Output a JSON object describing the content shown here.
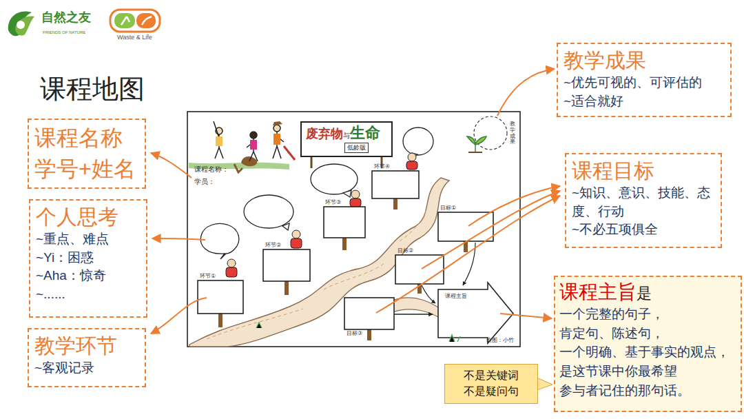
{
  "diagram": {
    "title": "课程地图",
    "nodes": [
      {
        "text": [
          "课程名称",
          "学号+姓名"
        ]
      },
      {
        "text": [
          "个人思考",
          "~重点、难点",
          "~Yi：困惑",
          "~Aha：惊奇",
          "~......"
        ]
      },
      {
        "text": [
          "教学环节",
          "~客观记录"
        ]
      },
      {
        "text": [
          "废弃物",
          "与",
          "生命"
        ]
      },
      {
        "text": [
          "低龄版"
        ],
        "in": 3
      },
      {
        "text": [
          "教学成果",
          "~优先可视的、可评估的",
          "~适合就好"
        ]
      },
      {
        "text": [
          "课程目标",
          "~知识、意识、技能、态度、行动",
          "~不必五项俱全"
        ]
      },
      {
        "text": [
          "课程主旨",
          "是",
          "一个完整的句子，",
          "肯定句、陈述句，",
          "一个明确、基于事实的观点，",
          "是这节课中你最希望",
          "参与者记住的那句话。"
        ]
      },
      {
        "text": [
          "不是关键词",
          "不是疑问句"
        ]
      }
    ],
    "labels": [
      "自然之友",
      "FRIENDS OF NATURE",
      "Waste & Life",
      "课程名称：",
      "学员：",
      "环节①",
      "环节②",
      "环节③",
      "环节④",
      "目标①",
      "目标②",
      "目标③",
      "课程主旨",
      "教学成果",
      "绘图：小竹"
    ]
  }
}
